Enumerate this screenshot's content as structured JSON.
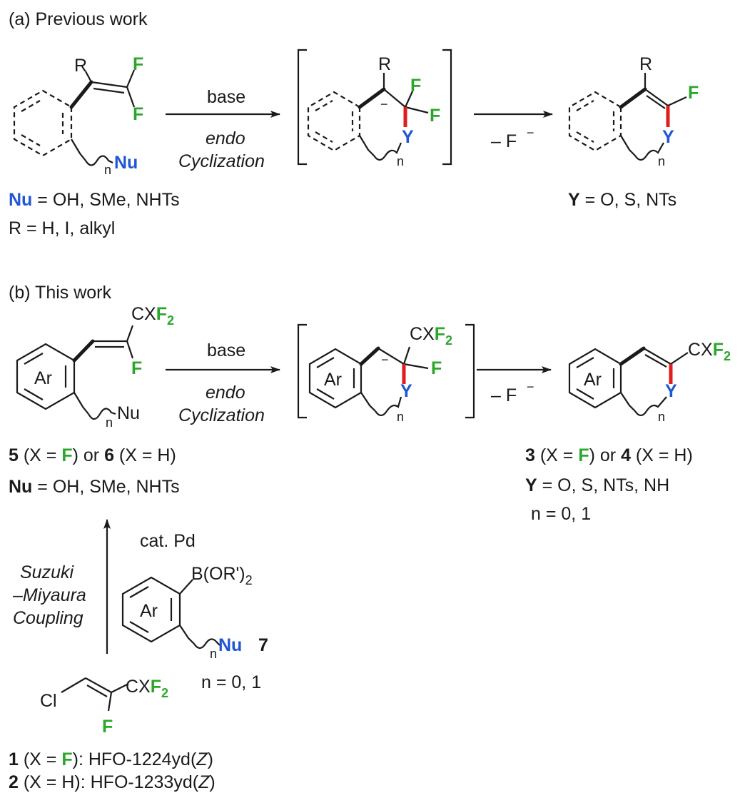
{
  "section_a": {
    "heading": "(a) Previous work",
    "arrow1_above": "base",
    "arrow1_below_1": "endo",
    "arrow1_below_2": "Cyclization",
    "arrow2_below": "– F",
    "nu_def_label": "Nu",
    "nu_def_rest": " = OH, SMe, NHTs",
    "r_def": "R = H, I, alkyl",
    "y_def_label": "Y",
    "y_def_rest": " = O, S, NTs"
  },
  "section_b": {
    "heading": "(b) This work",
    "arrow1_above": "base",
    "arrow1_below_1": "endo",
    "arrow1_below_2": "Cyclization",
    "arrow2_below": "– F",
    "cmp5_num": "5",
    "cmp5_mid1": " (X = ",
    "cmp5_f": "F",
    "cmp5_mid2": ") or ",
    "cmp6_num": "6",
    "cmp6_end": " (X = H)",
    "nu_def_label": "Nu",
    "nu_def_rest": " = OH, SMe, NHTs",
    "cmp3_num": "3",
    "cmp3_mid1": " (X = ",
    "cmp3_f": "F",
    "cmp3_mid2": ") or ",
    "cmp4_num": "4",
    "cmp4_end": " (X = H)",
    "y_def_label": "Y",
    "y_def_rest": " = O, S, NTs, NH",
    "n_def": "n = 0, 1",
    "coupling_catalyst": "cat. Pd",
    "coupling_name_1": "Suzuki",
    "coupling_name_2": "–Miyaura",
    "coupling_name_3": "Coupling",
    "cmp7_num": "7",
    "cmp7_n_def": "n = 0, 1",
    "cmp1_num": "1",
    "cmp1_mid1": " (X = ",
    "cmp1_f": "F",
    "cmp1_mid2": "): HFO-1224yd(",
    "cmp1_z": "Z",
    "cmp1_end": ")",
    "cmp2_num": "2",
    "cmp2_mid": " (X = H): HFO-1233yd(",
    "cmp2_z": "Z",
    "cmp2_end": ")"
  },
  "atoms": {
    "R": "R",
    "F": "F",
    "Y": "Y",
    "Nu": "Nu",
    "n": "n",
    "Ar": "Ar",
    "Cl": "Cl",
    "CX": "CX",
    "F2": "F",
    "two": "2",
    "minus": "−",
    "B_OR": "B(OR')",
    "B_sub": "2"
  },
  "colors": {
    "fluorine": "#2aa72a",
    "heteroatom": "#1f55d6",
    "new_bond": "#e21b1b",
    "ink": "#1a1a1a"
  }
}
